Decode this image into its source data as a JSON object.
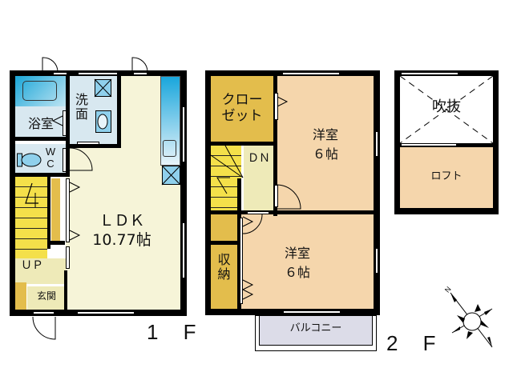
{
  "floor1": {
    "label": "1 F",
    "rooms": {
      "bath": "浴室",
      "washroom": "洗\n面",
      "toilet": "W\nC",
      "ldk_name": "ＬＤＫ",
      "ldk_size": "10.77帖",
      "stairs_up": "ＵＰ",
      "entrance": "玄関"
    }
  },
  "floor2": {
    "label": "2 F",
    "rooms": {
      "closet": "クロー\nゼット",
      "stairs_down": "ＤＮ",
      "western_room_1_name": "洋室",
      "western_room_1_size": "６帖",
      "western_room_2_name": "洋室",
      "western_room_2_size": "６帖",
      "storage": "収\n納",
      "balcony": "バルコニー"
    }
  },
  "loft_level": {
    "rooms": {
      "atrium": "吹抜",
      "loft": "ロフト"
    }
  },
  "compass": {
    "north_label": "N",
    "icon": "compass-rose-icon"
  },
  "colors": {
    "wall": "#000000",
    "wet_area": "#d8e8f0",
    "ldk": "#f6f4d8",
    "western_room": "#f5d6ac",
    "closet": "#e3bd4c",
    "stairs": "#f4e04a",
    "balcony": "#dcdce8"
  }
}
